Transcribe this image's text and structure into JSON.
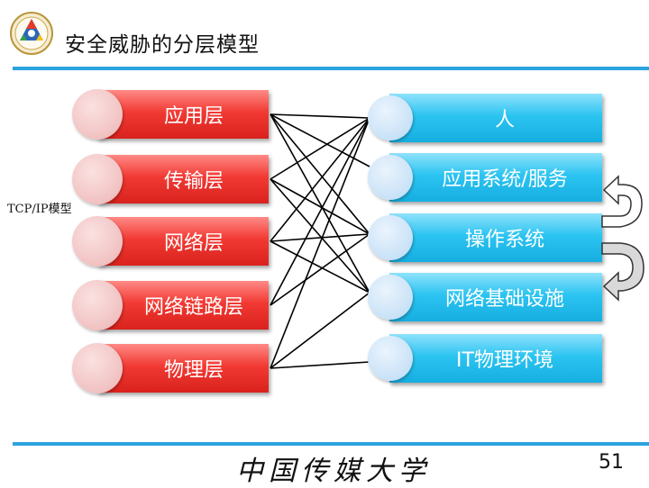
{
  "slide": {
    "title": "安全威胁的分层模型",
    "side_label": "TCP/IP模型",
    "footer_text": "中国传媒大学",
    "page_number": "51"
  },
  "left_layers": [
    "应用层",
    "传输层",
    "网络层",
    "网络链路层",
    "物理层"
  ],
  "right_layers": [
    "人",
    "应用系统/服务",
    "操作系统",
    "网络基础设施",
    "IT物理环境"
  ],
  "colors": {
    "left_bar": "#e8302a",
    "right_bar": "#25bdeb",
    "rule": "#2aa3df"
  }
}
